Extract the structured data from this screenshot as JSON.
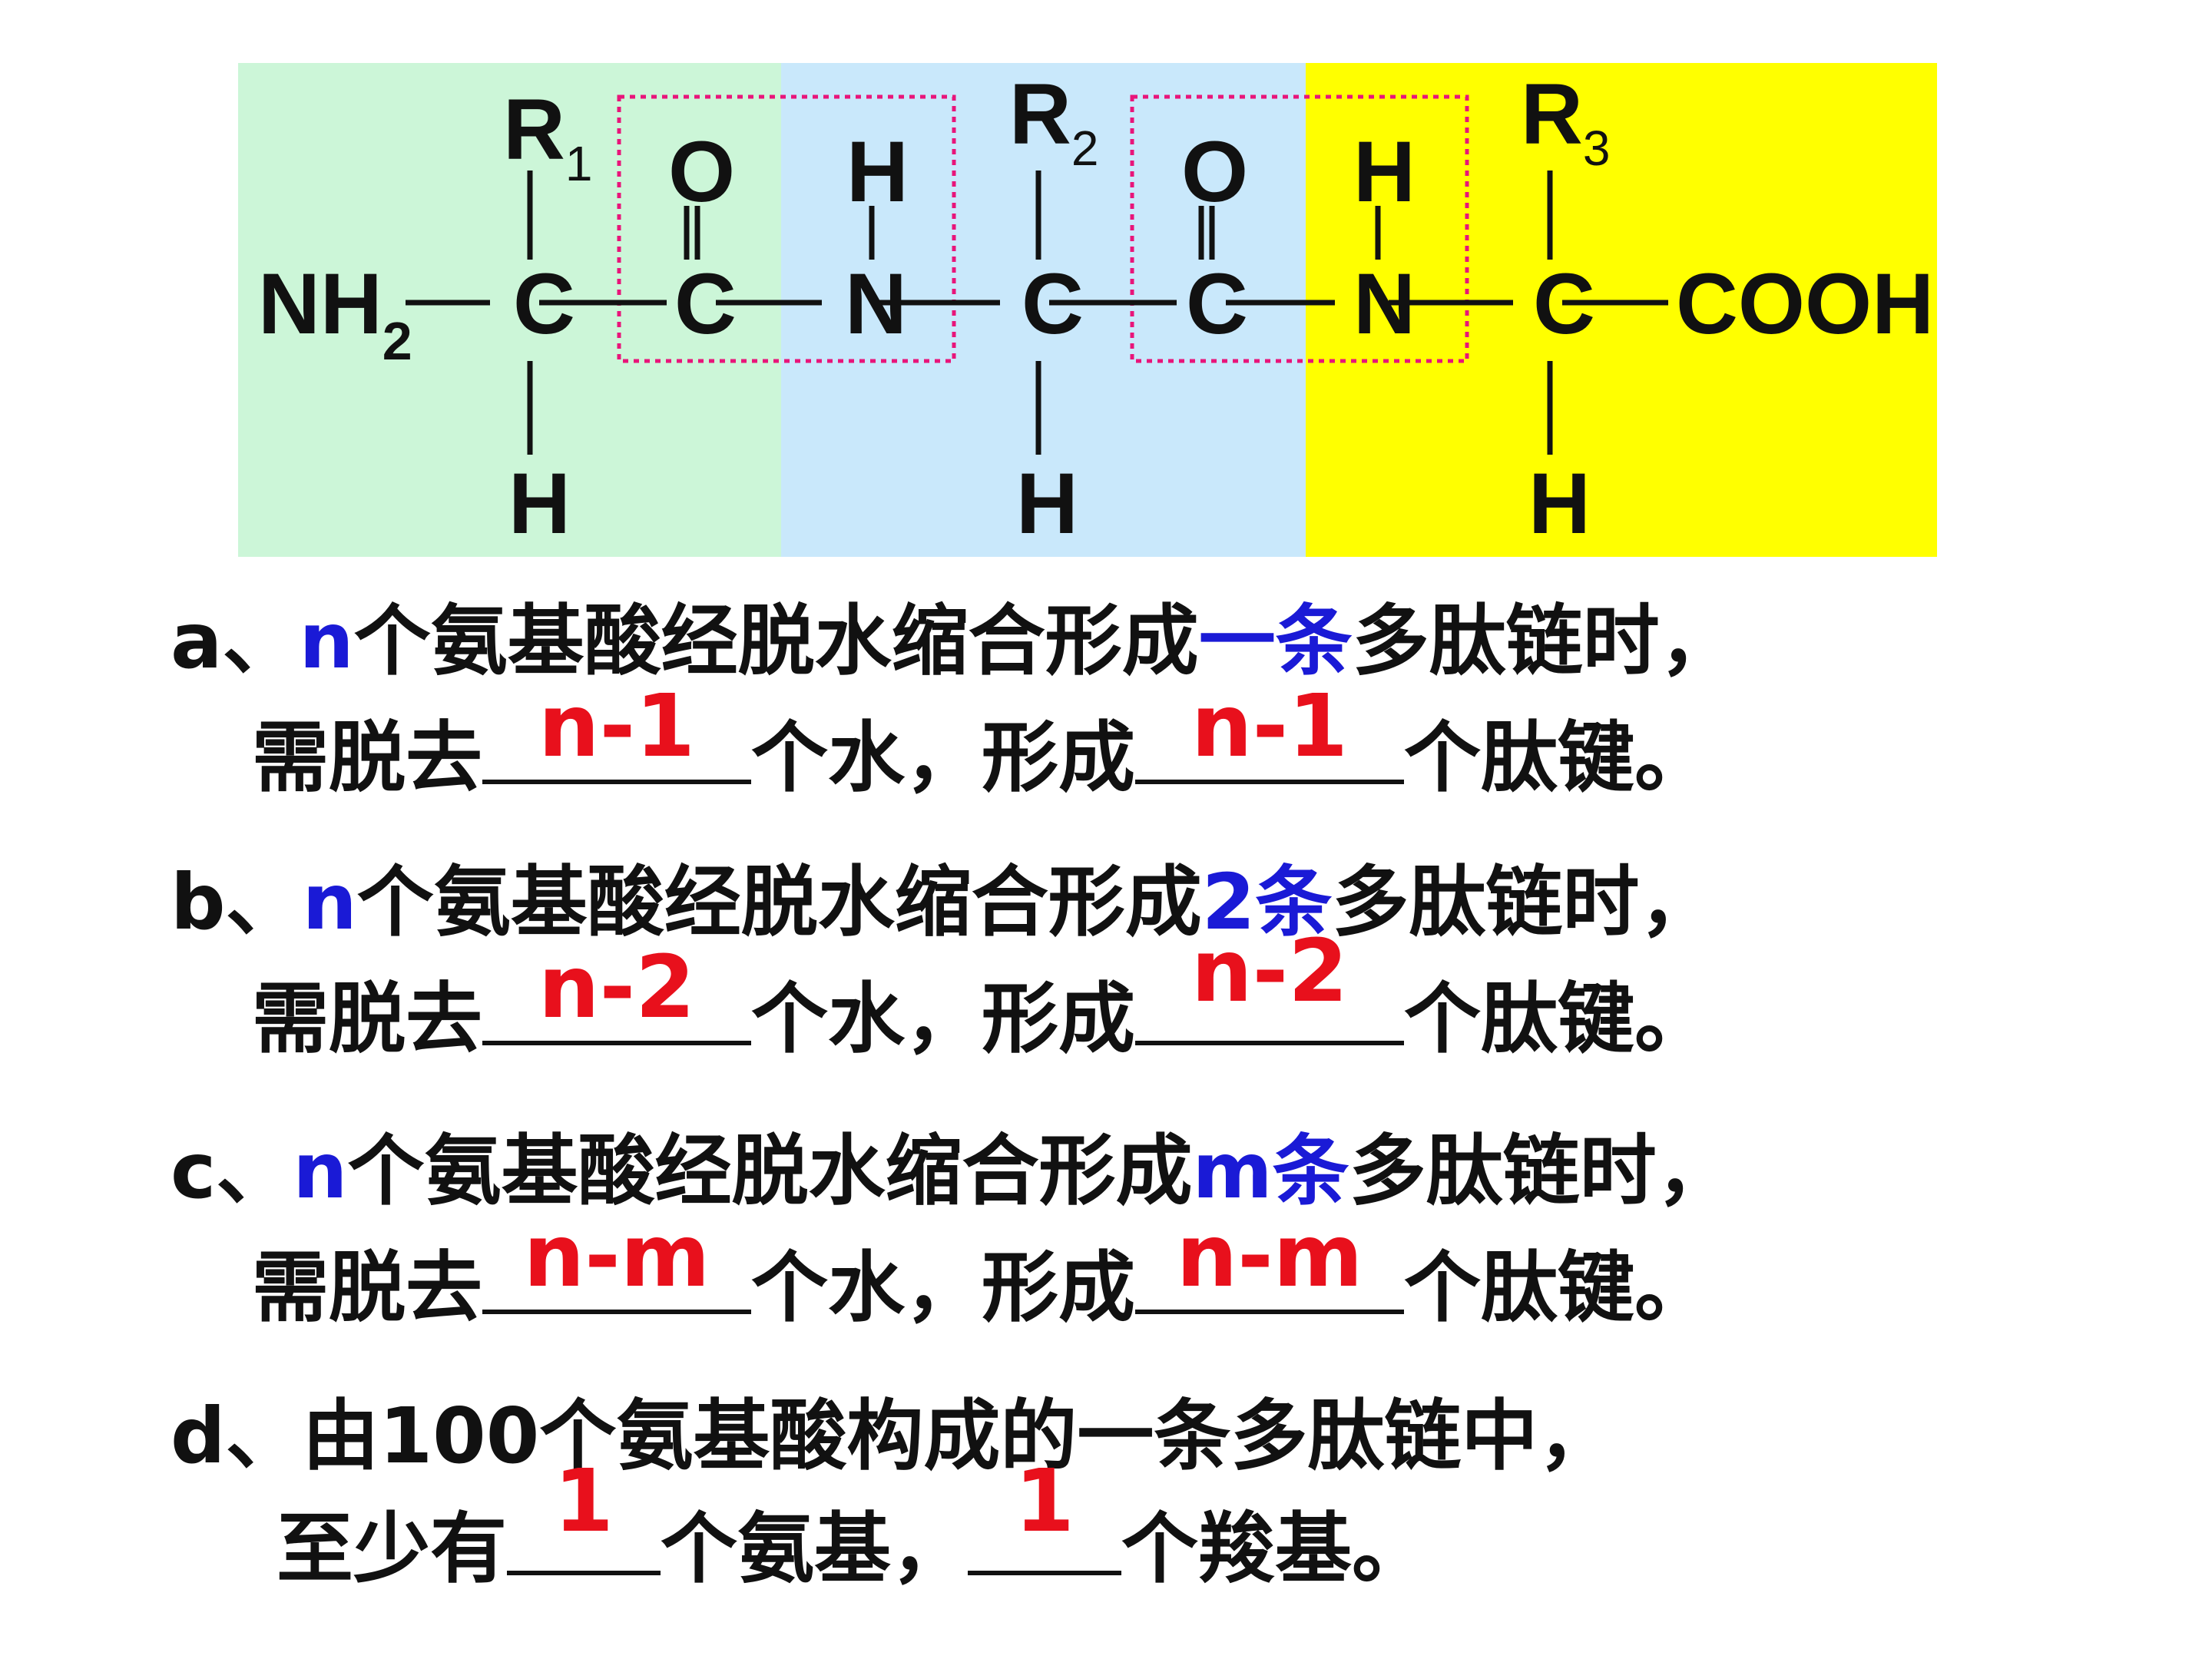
{
  "diagram": {
    "colors": {
      "residue1": "#ccf6d8",
      "residue2": "#c9e8fb",
      "residue3": "#ffff00",
      "peptide_box": "#e8157a"
    },
    "side_chains": [
      "R",
      "R",
      "R"
    ],
    "side_chain_subscripts": [
      "1",
      "2",
      "3"
    ],
    "amino": "NH",
    "amino_subscript": "2",
    "carboxyl": "COOH",
    "alpha_carbon": "C",
    "carbonyl_carbon": "C",
    "nitrogen": "N",
    "oxygen": "O",
    "hydrogen": "H"
  },
  "questions": [
    {
      "label": "a、",
      "n": "n",
      "text1": "个氨基酸经脱水缩合形成",
      "count": "一条",
      "text2": "多肽链时，",
      "line2_prefix": "需脱去",
      "answer1": "n-1",
      "line2_mid": "个水，形成",
      "answer2": "n-1",
      "line2_suffix": "个肽键。"
    },
    {
      "label": "b、",
      "n": "n",
      "text1": "个氨基酸经脱水缩合形成",
      "count": "2条",
      "text2": "多肽链时，",
      "line2_prefix": "需脱去",
      "answer1": "n-2",
      "line2_mid": "个水，形成",
      "answer2": "n-2",
      "line2_suffix": "个肽键。"
    },
    {
      "label": "c、",
      "n": "n",
      "text1": "个氨基酸经脱水缩合形成",
      "count": "m条",
      "text2": "多肽链时，",
      "line2_prefix": "需脱去",
      "answer1": "n-m",
      "line2_mid": "个水，形成",
      "answer2": "n-m",
      "line2_suffix": "个肽键。"
    },
    {
      "label": "d、",
      "text1": "由100个氨基酸构成的一条多肽链中，",
      "line2_prefix": "至少有",
      "answer1": "1",
      "line2_mid": "个氨基，",
      "answer2": "1",
      "line2_suffix": "个羧基。"
    }
  ]
}
